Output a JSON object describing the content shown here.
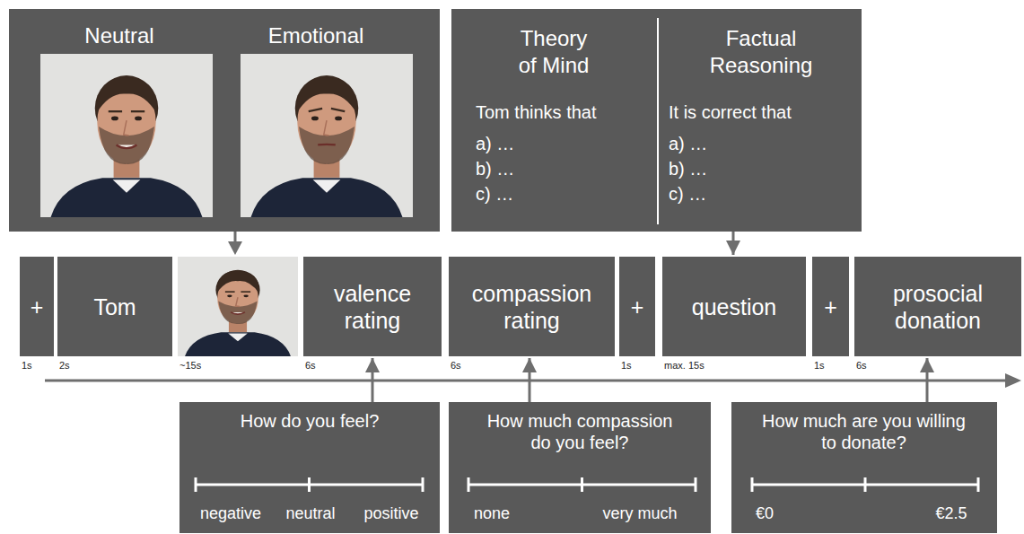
{
  "diagram": {
    "nodes": [
      {
        "text": [
          "Neutral",
          "Emotional"
        ]
      },
      {
        "text": [
          "Theory of Mind",
          "Tom thinks that",
          "a) …",
          "b) …",
          "c) …",
          "Factual Reasoning",
          "It is correct that",
          "a) …",
          "b) …",
          "c) …"
        ]
      },
      {
        "text": [
          "+"
        ]
      },
      {
        "text": [
          "Tom"
        ]
      },
      {
        "text": [
          "valence rating"
        ]
      },
      {
        "text": [
          "compassion rating"
        ]
      },
      {
        "text": [
          "+"
        ]
      },
      {
        "text": [
          "question"
        ]
      },
      {
        "text": [
          "+"
        ]
      },
      {
        "text": [
          "prosocial donation"
        ]
      },
      {
        "text": [
          "How do you feel?",
          "negative",
          "neutral",
          "positive"
        ]
      },
      {
        "text": [
          "How much compassion do you feel?",
          "none",
          "very much"
        ]
      },
      {
        "text": [
          "How much are you willing to donate?",
          "€0",
          "€2.5"
        ]
      }
    ],
    "edges": [
      {
        "from": 1,
        "to": 7,
        "arrow": "to"
      },
      {
        "from": 10,
        "to": 4,
        "arrow": "to"
      },
      {
        "from": 11,
        "to": 5,
        "arrow": "to"
      },
      {
        "from": 12,
        "to": 9,
        "arrow": "to"
      }
    ],
    "labels": [
      "1s",
      "2s",
      "~15s",
      "6s",
      "6s",
      "1s",
      "max. 15s",
      "1s",
      "6s"
    ]
  }
}
